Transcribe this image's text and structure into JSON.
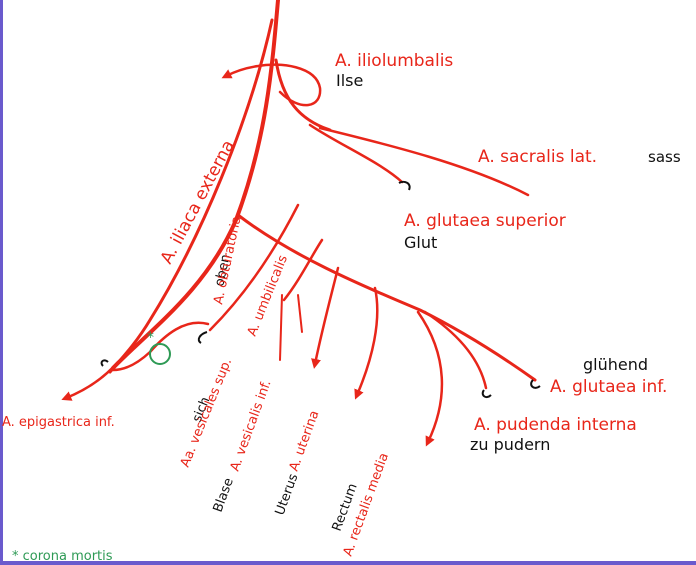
{
  "colors": {
    "artery": "#e8261a",
    "mnemonic": "#111111",
    "corona": "#2e9a55",
    "frame": "#6a5acd"
  },
  "labels": {
    "iliolumbalis": "A. iliolumbalis",
    "iliolumbalis_mnemonic": "Ilse",
    "sacralis_lat": "A. sacralis lat.",
    "sacralis_mnemonic": "sass",
    "glutaea_superior": "A. glutaea superior",
    "glutaea_superior_mnemonic": "Glut",
    "glutaea_inf": "A. glutaea inf.",
    "glutaea_inf_mnemonic": "glühend",
    "pudenda_interna": "A. pudenda interna",
    "pudenda_mnemonic": "zu pudern",
    "iliaca_externa": "A. iliaca externa",
    "epigastrica_inf": "A. epigastrica inf.",
    "obturatoria": "A. obturatoria",
    "obturatoria_mnemonic": "oben",
    "umbilicalis": "A. umbilicalis",
    "vesicales_sup": "Aa. vesicales sup.",
    "vesicales_mnemonic": "sich",
    "vesicalis_inf": "A. vesicalis inf.",
    "vesicalis_mnemonic": "Blase",
    "uterina": "A. uterina",
    "uterina_mnemonic": "Uterus",
    "rectalis_media": "A. rectalis media",
    "rectalis_mnemonic": "Rectum",
    "corona_mark": "*",
    "corona_legend": "* corona mortis"
  }
}
